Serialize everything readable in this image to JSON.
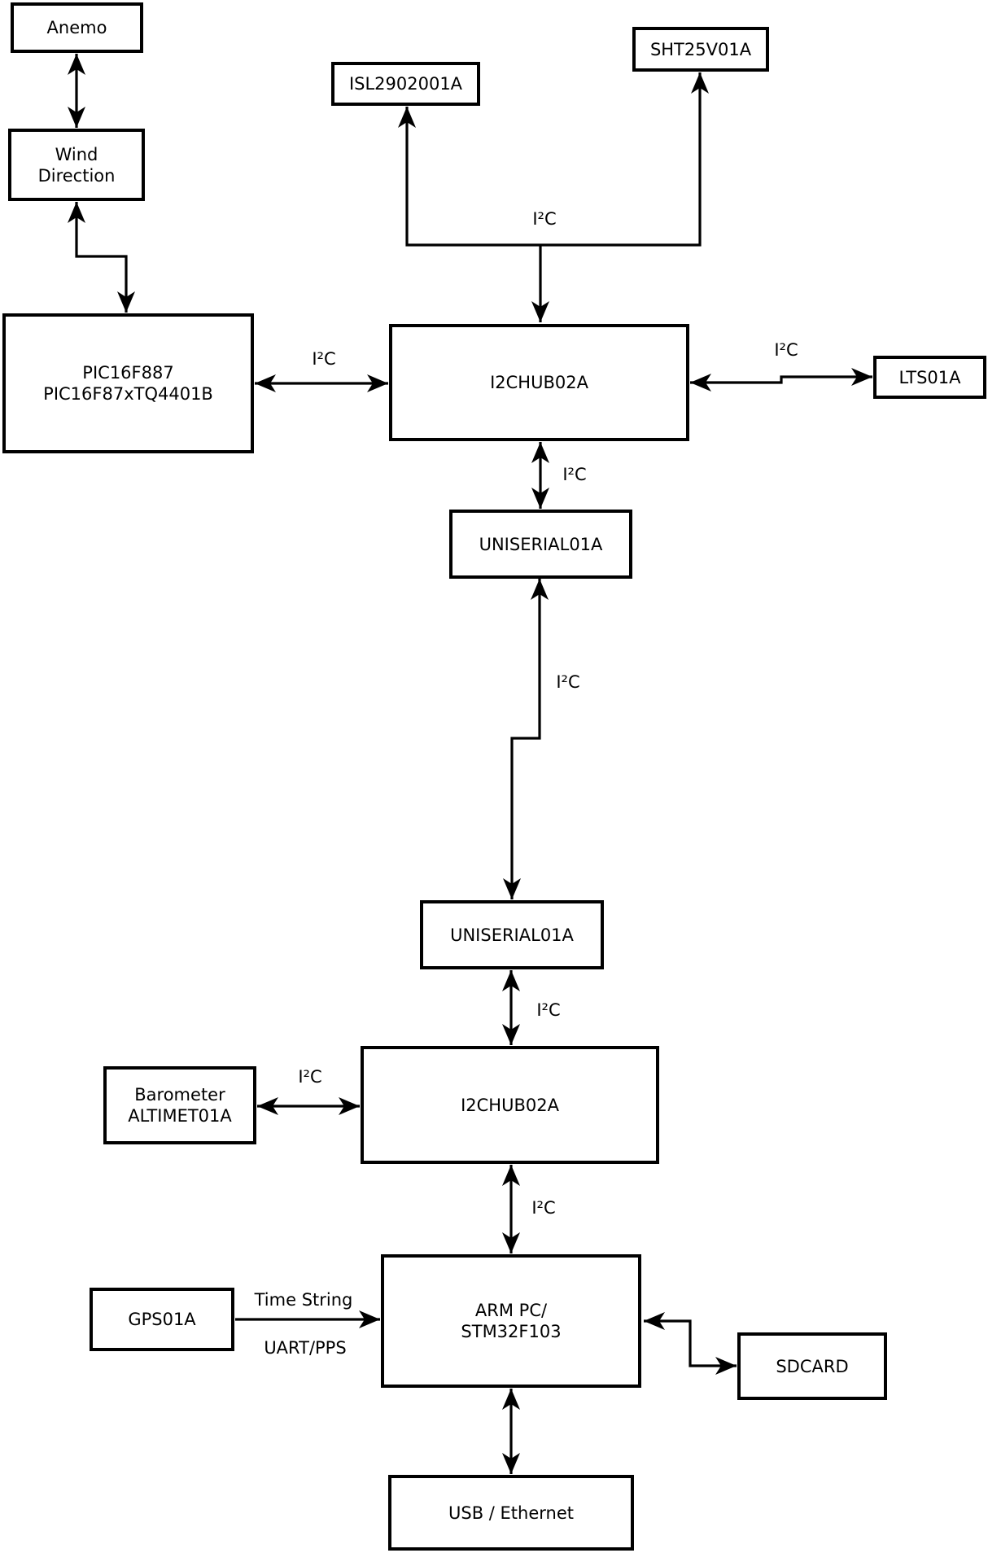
{
  "diagram": {
    "colors": {
      "stroke": "#000000",
      "background": "#ffffff",
      "text": "#000000"
    },
    "nodes": {
      "anemo": {
        "label": "Anemo"
      },
      "wind_direction": {
        "line1": "Wind",
        "line2": "Direction"
      },
      "pic": {
        "line1": "PIC16F887",
        "line2": "PIC16F87xTQ4401B"
      },
      "isl": {
        "label": "ISL2902001A"
      },
      "sht": {
        "label": "SHT25V01A"
      },
      "i2chub_top": {
        "label": "I2CHUB02A"
      },
      "lts": {
        "label": "LTS01A"
      },
      "uniserial_top": {
        "label": "UNISERIAL01A"
      },
      "uniserial_bottom": {
        "label": "UNISERIAL01A"
      },
      "barometer": {
        "line1": "Barometer",
        "line2": "ALTIMET01A"
      },
      "i2chub_bottom": {
        "label": "I2CHUB02A"
      },
      "gps": {
        "label": "GPS01A"
      },
      "arm_pc": {
        "line1": "ARM PC/",
        "line2": "STM32F103"
      },
      "sdcard": {
        "label": "SDCARD"
      },
      "usb": {
        "label": "USB / Ethernet"
      }
    },
    "edge_labels": {
      "pic_hub": "I²C",
      "top_bus": "I²C",
      "hub_lts": "I²C",
      "hub_uniserial": "I²C",
      "uniserial_link": "I²C",
      "uniserial_hub2": "I²C",
      "baro_hub2": "I²C",
      "hub2_arm": "I²C",
      "gps_arm_top": "Time String",
      "gps_arm_bottom": "UART/PPS"
    }
  }
}
